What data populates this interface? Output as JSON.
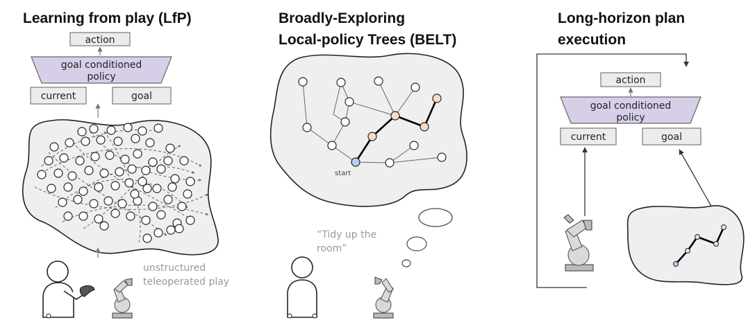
{
  "colors": {
    "policy_fill": "#d7cfe8",
    "highlight_node": "#f6ddc3",
    "start_node": "#b7cdf4",
    "box_fill": "#ececec",
    "blob_fill": "#efefef"
  },
  "panel_lfp": {
    "title": "Learning from play (LfP)",
    "action": "action",
    "policy_line1": "goal conditioned",
    "policy_line2": "policy",
    "current": "current",
    "goal": "goal",
    "caption_line1": "unstructured",
    "caption_line2": "teleoperated play"
  },
  "panel_belt": {
    "title_line1": "Broadly-Exploring",
    "title_line2": "Local-policy Trees (BELT)",
    "start_label": "start",
    "quote_line1": "“Tidy up the",
    "quote_line2": "room”"
  },
  "panel_plan": {
    "title_line1": "Long-horizon plan",
    "title_line2": "execution",
    "action": "action",
    "policy_line1": "goal conditioned",
    "policy_line2": "policy",
    "current": "current",
    "goal": "goal"
  }
}
